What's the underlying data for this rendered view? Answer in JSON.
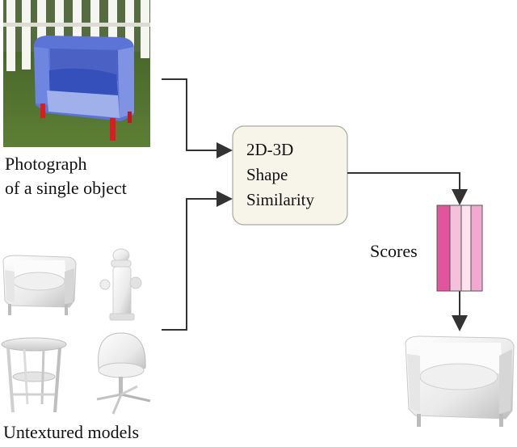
{
  "photo_caption": [
    "Photograph",
    "of a single object"
  ],
  "similarity_box": [
    "2D-3D",
    "Shape",
    "Similarity"
  ],
  "scores_label": "Scores",
  "models_caption": "Untextured models",
  "colors": {
    "box_fill": "#f7f5ea",
    "box_border": "#a9a9a2",
    "arrow": "#333333",
    "score_cells": [
      "#e0559c",
      "#f4c1dc",
      "#ffe1ef",
      "#f2a9cf"
    ],
    "chair_fabric": "#4f6bd8",
    "chair_leg": "#d71d22",
    "grass": "#4a6b2c",
    "fence": "#f4f4f0"
  },
  "icons": [
    "photographed-armchair",
    "armchair-model",
    "fire-hydrant-model",
    "side-table-model",
    "swivel-chair-model",
    "retrieved-armchair-model"
  ]
}
